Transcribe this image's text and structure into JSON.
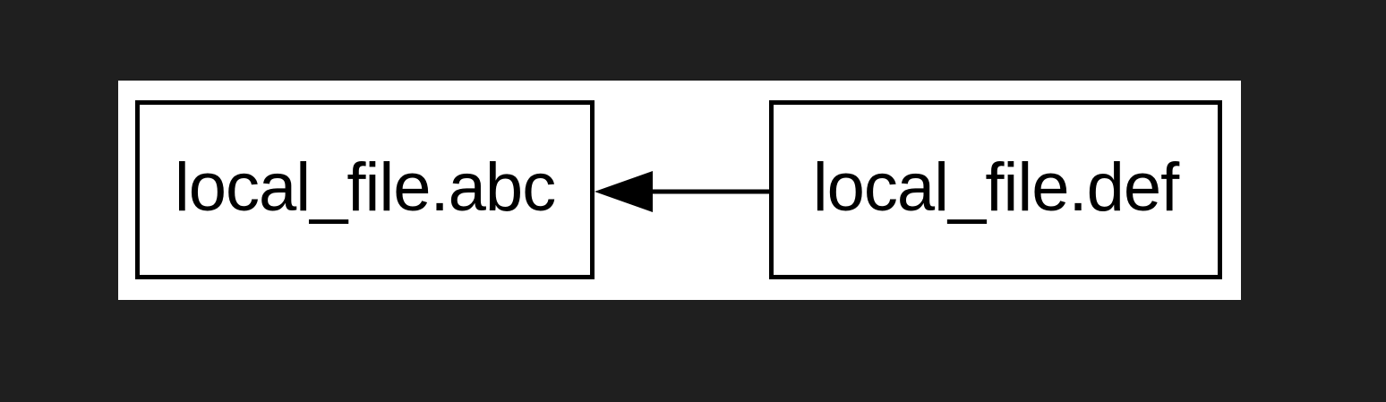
{
  "colors": {
    "page_background": "#1f1f1f",
    "panel_background": "#ffffff",
    "node_fill": "#ffffff",
    "node_border": "#000000",
    "edge_color": "#000000",
    "text_color": "#000000"
  },
  "diagram": {
    "nodes": [
      {
        "label": "local_file.abc"
      },
      {
        "label": "local_file.def"
      }
    ],
    "edge": {
      "from_label": "local_file.def",
      "to_label": "local_file.abc",
      "direction": "right-to-left",
      "line_style": "solid",
      "arrowhead": "filled-triangle"
    }
  }
}
